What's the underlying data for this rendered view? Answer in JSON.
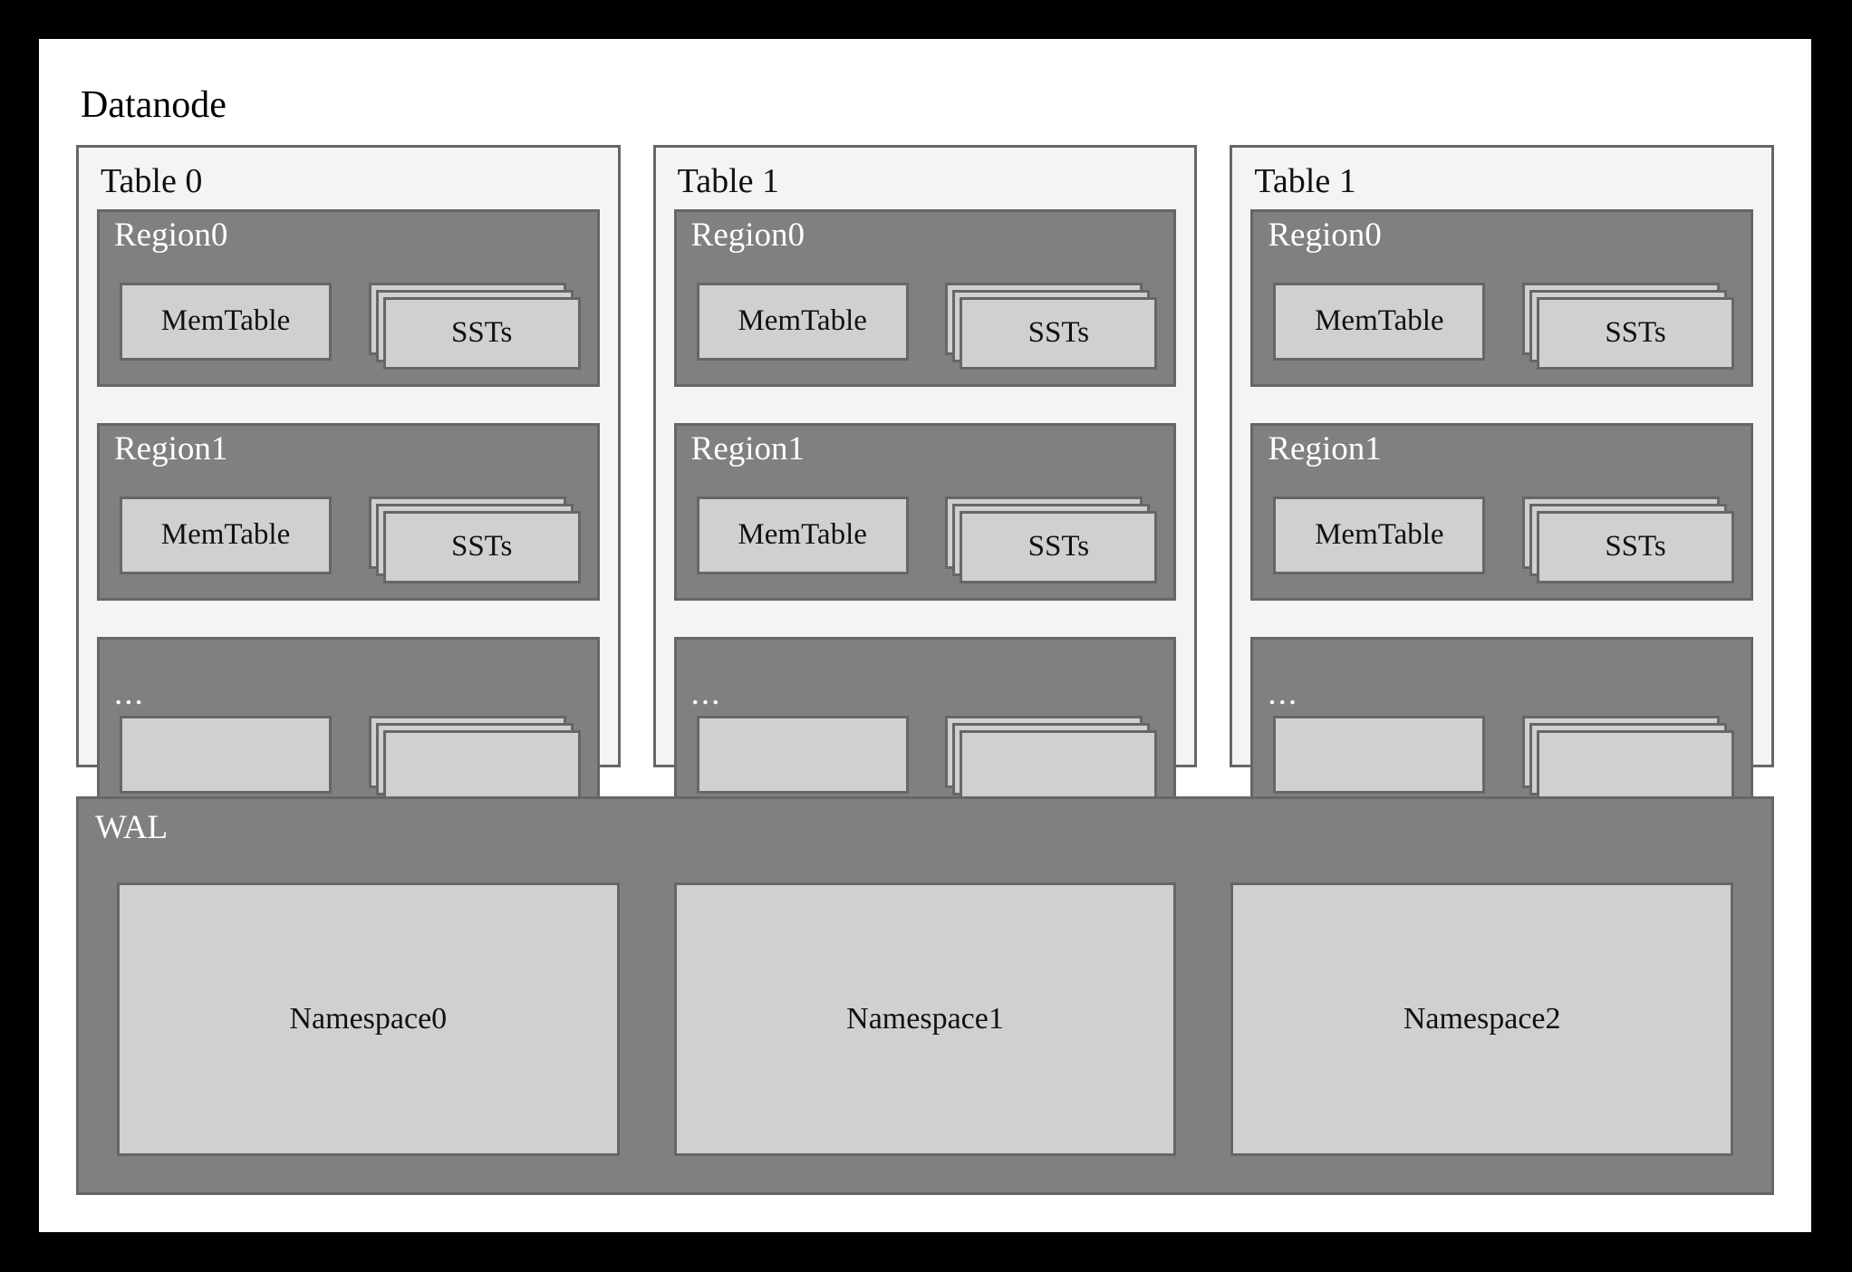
{
  "diagram": {
    "title": "Datanode",
    "colors": {
      "frame": "#000000",
      "canvas": "#ffffff",
      "table_panel_fill": "#f4f4f4",
      "region_fill": "#808080",
      "card_fill": "#d0d0d0",
      "border": "#666666",
      "dark_text": "#111111",
      "light_text": "#ffffff"
    },
    "tables": [
      {
        "label": "Table 0",
        "regions": [
          {
            "label": "Region0",
            "memtable": "MemTable",
            "ssts": "SSTs",
            "sheet_count": 3
          },
          {
            "label": "Region1",
            "memtable": "MemTable",
            "ssts": "SSTs",
            "sheet_count": 3
          },
          {
            "label": "...",
            "memtable": "",
            "ssts": "",
            "sheet_count": 3
          }
        ]
      },
      {
        "label": "Table 1",
        "regions": [
          {
            "label": "Region0",
            "memtable": "MemTable",
            "ssts": "SSTs",
            "sheet_count": 3
          },
          {
            "label": "Region1",
            "memtable": "MemTable",
            "ssts": "SSTs",
            "sheet_count": 3
          },
          {
            "label": "...",
            "memtable": "",
            "ssts": "",
            "sheet_count": 3
          }
        ]
      },
      {
        "label": "Table 1",
        "regions": [
          {
            "label": "Region0",
            "memtable": "MemTable",
            "ssts": "SSTs",
            "sheet_count": 3
          },
          {
            "label": "Region1",
            "memtable": "MemTable",
            "ssts": "SSTs",
            "sheet_count": 3
          },
          {
            "label": "...",
            "memtable": "",
            "ssts": "",
            "sheet_count": 3
          }
        ]
      }
    ],
    "wal": {
      "label": "WAL",
      "namespaces": [
        "Namespace0",
        "Namespace1",
        "Namespace2"
      ]
    }
  }
}
